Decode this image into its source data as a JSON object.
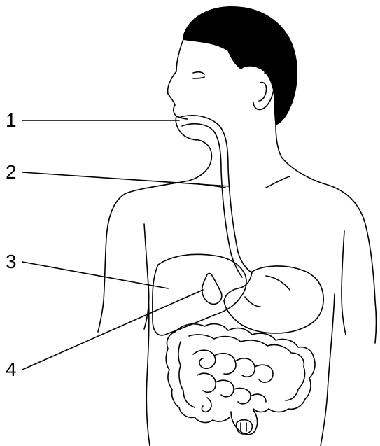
{
  "labels": [
    {
      "id": "1",
      "text": "1"
    },
    {
      "id": "2",
      "text": "2"
    },
    {
      "id": "3",
      "text": "3"
    },
    {
      "id": "4",
      "text": "4"
    }
  ],
  "colors": {
    "line": "#000000",
    "hair": "#000000",
    "background": "#ffffff"
  }
}
